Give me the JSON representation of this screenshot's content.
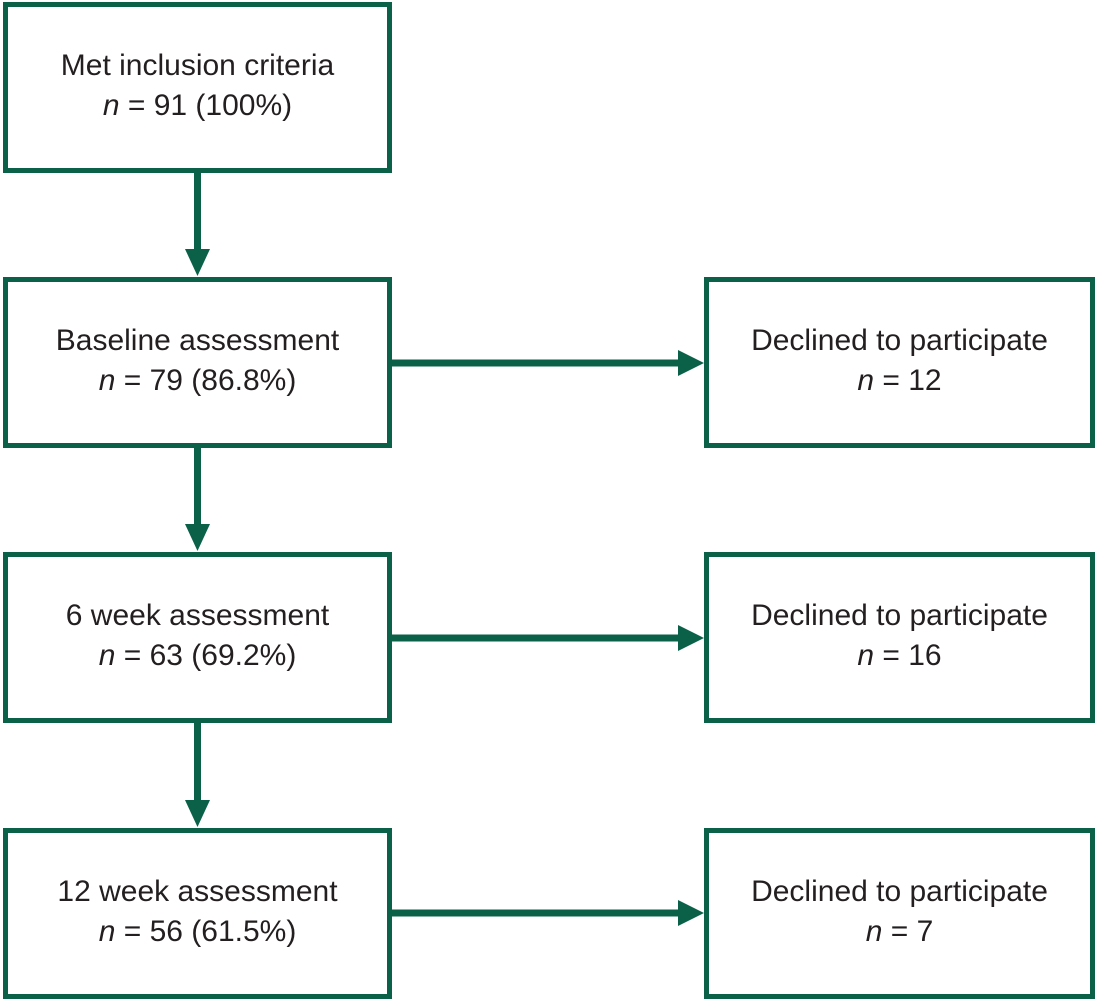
{
  "flow": {
    "stages": [
      {
        "label": "Met inclusion criteria",
        "n_prefix": "n",
        "count_text": " = 91 (100%)",
        "n": 91,
        "percent": 100
      },
      {
        "label": "Baseline assessment",
        "n_prefix": "n",
        "count_text": " = 79 (86.8%)",
        "n": 79,
        "percent": 86.8
      },
      {
        "label": "6 week assessment",
        "n_prefix": "n",
        "count_text": " = 63 (69.2%)",
        "n": 63,
        "percent": 69.2
      },
      {
        "label": "12 week assessment",
        "n_prefix": "n",
        "count_text": " = 56 (61.5%)",
        "n": 56,
        "percent": 61.5
      }
    ],
    "declined": [
      {
        "label": "Declined to participate",
        "n_prefix": "n",
        "count_text": " = 12",
        "n": 12
      },
      {
        "label": "Declined to participate",
        "n_prefix": "n",
        "count_text": " = 16",
        "n": 16
      },
      {
        "label": "Declined to participate",
        "n_prefix": "n",
        "count_text": " = 7",
        "n": 7
      }
    ]
  },
  "colors": {
    "border": "#0b6148",
    "arrow": "#0b6148",
    "text": "#231f20",
    "background": "#ffffff"
  }
}
